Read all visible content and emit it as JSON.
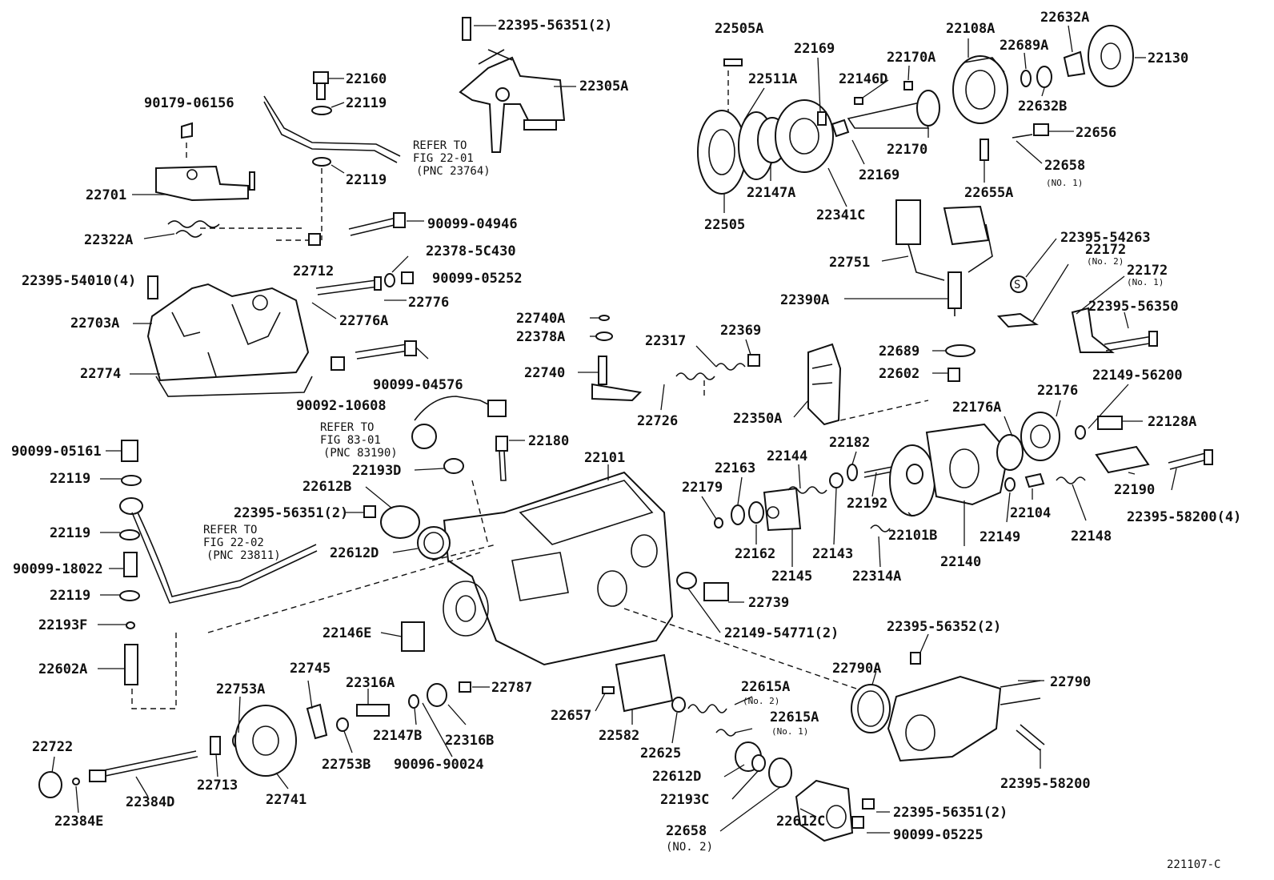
{
  "diagram": {
    "figure_code": "221107-C",
    "labels": [
      {
        "id": "22395-56351 (2)",
        "text": "22395-56351(2)"
      },
      {
        "id": "22305A",
        "text": "22305A"
      },
      {
        "id": "22160",
        "text": "22160"
      },
      {
        "id": "22119-a",
        "text": "22119"
      },
      {
        "id": "22119-b",
        "text": "22119"
      },
      {
        "id": "90179-06156",
        "text": "90179-06156"
      },
      {
        "id": "22701",
        "text": "22701"
      },
      {
        "id": "22322A",
        "text": "22322A"
      },
      {
        "id": "22395-54010",
        "text": "22395-54010(4)"
      },
      {
        "id": "22703A",
        "text": "22703A"
      },
      {
        "id": "22774",
        "text": "22774"
      },
      {
        "id": "90099-04946",
        "text": "90099-04946"
      },
      {
        "id": "22712",
        "text": "22712"
      },
      {
        "id": "22378-5C430",
        "text": "22378-5C430"
      },
      {
        "id": "90099-05252",
        "text": "90099-05252"
      },
      {
        "id": "22776",
        "text": "22776"
      },
      {
        "id": "22776A",
        "text": "22776A"
      },
      {
        "id": "90099-04576",
        "text": "90099-04576"
      },
      {
        "id": "90092-10608",
        "text": "90092-10608"
      },
      {
        "id": "22505A",
        "text": "22505A"
      },
      {
        "id": "22511A",
        "text": "22511A"
      },
      {
        "id": "22169-a",
        "text": "22169"
      },
      {
        "id": "22169-b",
        "text": "22169"
      },
      {
        "id": "22146D",
        "text": "22146D"
      },
      {
        "id": "22170A",
        "text": "22170A"
      },
      {
        "id": "22108A",
        "text": "22108A"
      },
      {
        "id": "22689A",
        "text": "22689A"
      },
      {
        "id": "22632A",
        "text": "22632A"
      },
      {
        "id": "22130",
        "text": "22130"
      },
      {
        "id": "22632B",
        "text": "22632B"
      },
      {
        "id": "22656",
        "text": "22656"
      },
      {
        "id": "22658-no1",
        "text": "22658"
      },
      {
        "id": "22170",
        "text": "22170"
      },
      {
        "id": "22505",
        "text": "22505"
      },
      {
        "id": "22147A",
        "text": "22147A"
      },
      {
        "id": "22341C",
        "text": "22341C"
      },
      {
        "id": "22655A",
        "text": "22655A"
      },
      {
        "id": "22751",
        "text": "22751"
      },
      {
        "id": "22390A",
        "text": "22390A"
      },
      {
        "id": "22395-54263",
        "text": "22395-54263"
      },
      {
        "id": "22172-no2",
        "text": "22172"
      },
      {
        "id": "22172-no1",
        "text": "22172"
      },
      {
        "id": "22395-56350",
        "text": "22395-56350"
      },
      {
        "id": "22740A",
        "text": "22740A"
      },
      {
        "id": "22378A",
        "text": "22378A"
      },
      {
        "id": "22740",
        "text": "22740"
      },
      {
        "id": "22317",
        "text": "22317"
      },
      {
        "id": "22369",
        "text": "22369"
      },
      {
        "id": "22726",
        "text": "22726"
      },
      {
        "id": "22350A",
        "text": "22350A"
      },
      {
        "id": "22689",
        "text": "22689"
      },
      {
        "id": "22602",
        "text": "22602"
      },
      {
        "id": "22149-56200",
        "text": "22149-56200"
      },
      {
        "id": "22176",
        "text": "22176"
      },
      {
        "id": "22176A",
        "text": "22176A"
      },
      {
        "id": "22128A",
        "text": "22128A"
      },
      {
        "id": "22180",
        "text": "22180"
      },
      {
        "id": "22101",
        "text": "22101"
      },
      {
        "id": "22182",
        "text": "22182"
      },
      {
        "id": "22144",
        "text": "22144"
      },
      {
        "id": "22163",
        "text": "22163"
      },
      {
        "id": "22179",
        "text": "22179"
      },
      {
        "id": "22192",
        "text": "22192"
      },
      {
        "id": "22101B",
        "text": "22101B"
      },
      {
        "id": "22140",
        "text": "22140"
      },
      {
        "id": "22149",
        "text": "22149"
      },
      {
        "id": "22104",
        "text": "22104"
      },
      {
        "id": "22148",
        "text": "22148"
      },
      {
        "id": "22190",
        "text": "22190"
      },
      {
        "id": "22395-58200 (4)",
        "text": "22395-58200(4)"
      },
      {
        "id": "90099-05161",
        "text": "90099-05161"
      },
      {
        "id": "22119-c",
        "text": "22119"
      },
      {
        "id": "22119-d",
        "text": "22119"
      },
      {
        "id": "22119-e",
        "text": "22119"
      },
      {
        "id": "90099-18022",
        "text": "90099-18022"
      },
      {
        "id": "22193F",
        "text": "22193F"
      },
      {
        "id": "22602A",
        "text": "22602A"
      },
      {
        "id": "22193D",
        "text": "22193D"
      },
      {
        "id": "22612B",
        "text": "22612B"
      },
      {
        "id": "22395-56351-mid",
        "text": "22395-56351(2)"
      },
      {
        "id": "22612D-a",
        "text": "22612D"
      },
      {
        "id": "22162",
        "text": "22162"
      },
      {
        "id": "22145",
        "text": "22145"
      },
      {
        "id": "22143",
        "text": "22143"
      },
      {
        "id": "22314A",
        "text": "22314A"
      },
      {
        "id": "22739",
        "text": "22739"
      },
      {
        "id": "22149-54771",
        "text": "22149-54771(2)"
      },
      {
        "id": "22146E",
        "text": "22146E"
      },
      {
        "id": "22395-56352",
        "text": "22395-56352(2)"
      },
      {
        "id": "22790A",
        "text": "22790A"
      },
      {
        "id": "22790",
        "text": "22790"
      },
      {
        "id": "22745",
        "text": "22745"
      },
      {
        "id": "22316A",
        "text": "22316A"
      },
      {
        "id": "22753A",
        "text": "22753A"
      },
      {
        "id": "22787",
        "text": "22787"
      },
      {
        "id": "22615A-no2",
        "text": "22615A"
      },
      {
        "id": "22657",
        "text": "22657"
      },
      {
        "id": "22615A-no1",
        "text": "22615A"
      },
      {
        "id": "22582",
        "text": "22582"
      },
      {
        "id": "22625",
        "text": "22625"
      },
      {
        "id": "22147B",
        "text": "22147B"
      },
      {
        "id": "22316B",
        "text": "22316B"
      },
      {
        "id": "22753B",
        "text": "22753B"
      },
      {
        "id": "90096-90024",
        "text": "90096-90024"
      },
      {
        "id": "22722",
        "text": "22722"
      },
      {
        "id": "22713",
        "text": "22713"
      },
      {
        "id": "22741",
        "text": "22741"
      },
      {
        "id": "22384D",
        "text": "22384D"
      },
      {
        "id": "22384E",
        "text": "22384E"
      },
      {
        "id": "22612D-b",
        "text": "22612D"
      },
      {
        "id": "22193C",
        "text": "22193C"
      },
      {
        "id": "22658-no2",
        "text": "22658"
      },
      {
        "id": "22612C",
        "text": "22612C"
      },
      {
        "id": "22395-56351-bot",
        "text": "22395-56351(2)"
      },
      {
        "id": "90099-05225",
        "text": "90099-05225"
      },
      {
        "id": "22395-58200",
        "text": "22395-58200"
      }
    ],
    "sublabels": {
      "no1_a": "(NO. 1)",
      "no2_a": "(NO. 2)",
      "no2_b": "(No. 2)",
      "no1_b": "(No. 1)",
      "no2_c": "(No. 2)",
      "no1_c": "(No. 1)"
    },
    "references": {
      "ref1": {
        "line1": "REFER TO",
        "line2": "FIG 22-01",
        "line3": "(PNC 23764)"
      },
      "ref2": {
        "line1": "REFER TO",
        "line2": "FIG 83-01",
        "line3": "(PNC 83190)"
      },
      "ref3": {
        "line1": "REFER TO",
        "line2": "FIG 22-02",
        "line3": "(PNC 23811)"
      }
    },
    "icons": [
      "snap-ring-s-icon"
    ],
    "s_mark": "S"
  }
}
